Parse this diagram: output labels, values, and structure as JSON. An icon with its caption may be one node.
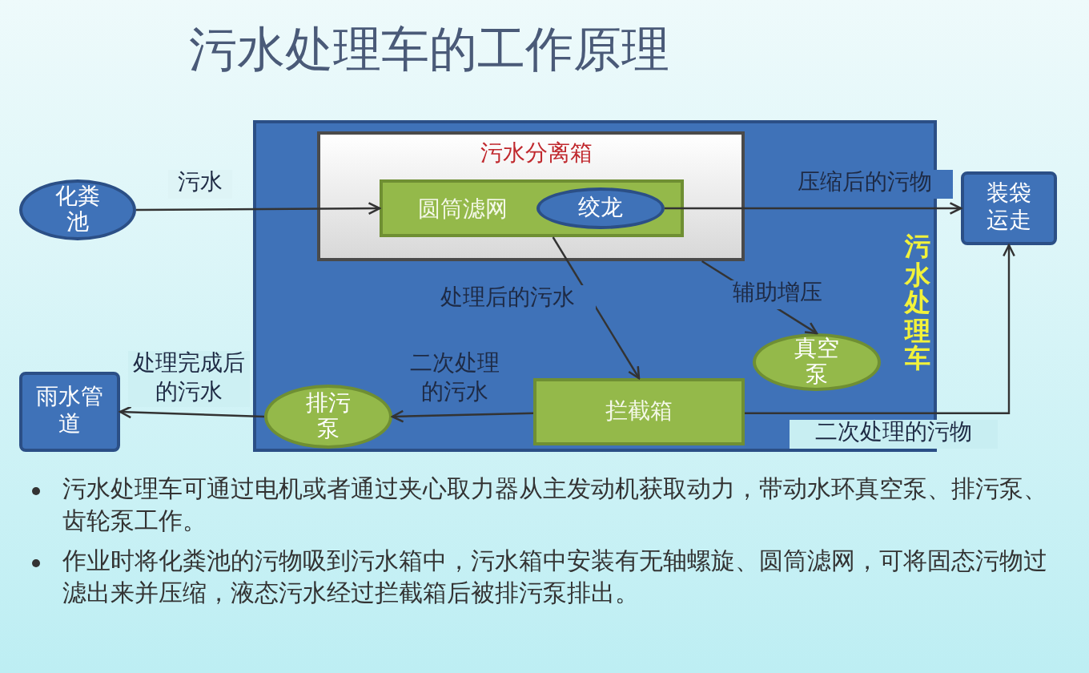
{
  "diagram": {
    "title": "污水处理车的工作原理",
    "nodes": [
      {
        "text": [
          "污水处理车"
        ]
      },
      {
        "text": [
          "化粪池"
        ]
      },
      {
        "text": [
          "污水分离箱"
        ],
        "in": 0
      },
      {
        "text": [
          "圆筒滤网"
        ],
        "in": 2
      },
      {
        "text": [
          "绞龙"
        ],
        "in": 3
      },
      {
        "text": [
          "装袋运走"
        ]
      },
      {
        "text": [
          "真空泵"
        ],
        "in": 0
      },
      {
        "text": [
          "雨水管道"
        ]
      },
      {
        "text": [
          "排污泵"
        ],
        "in": 0
      },
      {
        "text": [
          "拦截箱"
        ],
        "in": 0
      }
    ],
    "edges": [
      {
        "from": 1,
        "to": 3,
        "arrow": "to",
        "label": "污水"
      },
      {
        "from": 4,
        "to": 5,
        "arrow": "to",
        "label": "压缩后的污物"
      },
      {
        "from": 3,
        "to": 9,
        "arrow": "to",
        "label": "处理后的污水"
      },
      {
        "from": 2,
        "to": 6,
        "arrow": "to",
        "label": "辅助增压"
      },
      {
        "from": 9,
        "to": 5,
        "arrow": "to",
        "label": "二次处理的污物"
      },
      {
        "from": 9,
        "to": 8,
        "arrow": "to",
        "label": "二次处理的污水"
      },
      {
        "from": 8,
        "to": 7,
        "arrow": "to",
        "label": "处理完成后的污水"
      }
    ],
    "labels": [
      "污水处理车可通过电机或者通过夹心取力器从主发动机获取动力，带动水环真空泵、排污泵、齿轮泵工作。",
      "作业时将化粪池的污物吸到污水箱中，污水箱中安装有无轴螺旋、圆筒滤网，可将固态污物过滤出来并压缩，液态污水经过拦截箱后被排污泵排出。"
    ]
  }
}
